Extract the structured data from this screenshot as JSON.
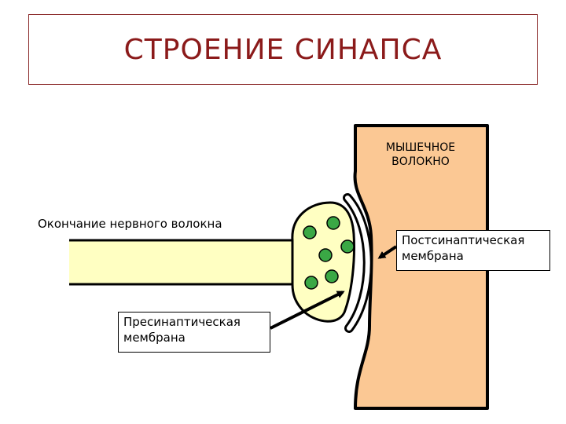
{
  "title": "СТРОЕНИЕ СИНАПСА",
  "labels": {
    "muscle_fiber_line1": "МЫШЕЧНОЕ",
    "muscle_fiber_line2": "ВОЛОКНО",
    "nerve_ending": "Окончание нервного волокна",
    "postsynaptic_line1": "Постсинаптическая",
    "postsynaptic_line2": "мембрана",
    "presynaptic_line1": "Пресинаптическая",
    "presynaptic_line2": "мембрана"
  },
  "colors": {
    "title": "#8b1a1a",
    "muscle_fill": "#fbc894",
    "nerve_fill": "#ffffc2",
    "vesicle_fill": "#3aa845",
    "outline": "#000000"
  }
}
